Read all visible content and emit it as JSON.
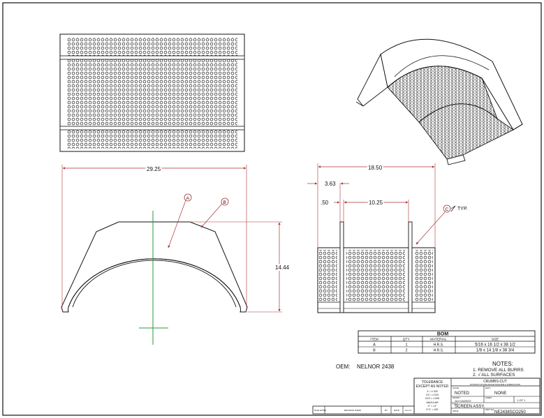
{
  "dimensions": {
    "overall_width": "29.25",
    "height": "14.44",
    "overall_length": "18.50",
    "dim_3_63": "3.63",
    "dim_50": ".50",
    "dim_10_25": "10.25"
  },
  "callouts": {
    "a": "A",
    "b": "B",
    "c": "C",
    "typ": "TYP."
  },
  "oem": {
    "label": "OEM:",
    "value": "NELNOR 2438"
  },
  "bom": {
    "title": "BOM",
    "headers": [
      "ITEM",
      "QTY.",
      "MATERIAL",
      "SIZE"
    ],
    "rows": [
      [
        "A",
        "1",
        "H.R.S.",
        "5/16 x 16 1/2 x 38 1/2"
      ],
      [
        "B",
        "2",
        "H.R.S.",
        "1/8 x 14 1/8 x 38 3/4"
      ]
    ]
  },
  "notes": {
    "title": "NOTES:",
    "items": [
      "1. REMOVE ALL BURRS",
      "2. √ ALL SURFACES"
    ]
  },
  "title_block": {
    "company": "CRUMBS-CUT",
    "division": "DIVISION OF AVALANCHE MACHINE & FABRICATION",
    "tolerance_title": "TOLERANCE",
    "tolerance_sub": "EXCEPT AS NOTED",
    "tol_lines": [
      "X = ±.030",
      "XX = ±.015",
      "XXX = ±.005"
    ],
    "angular_title": "ANGULAR",
    "angular_lines": [
      "X° = ±1°",
      "X°X' = ±30'"
    ],
    "scale_label": "SCALE",
    "scale_value": "NOTED",
    "material_label": "MAT'L",
    "material_value": "NONE",
    "drawn_label": "DRAWN",
    "drawn_value": "JLH 04/20/07",
    "sheet_label": "SHEET",
    "sheet_value": "1 OF 1",
    "title_label": "TITLE",
    "title_value": "SCREEN ASSY.",
    "part_label": "PART NO.",
    "part_value": "NE2438SCO250",
    "issue_label": "ISSUE LETTER",
    "revision_label": "REVISION ITEMS",
    "by_label": "BY",
    "date_label": "DATE",
    "eco_label": "E.C.O."
  }
}
